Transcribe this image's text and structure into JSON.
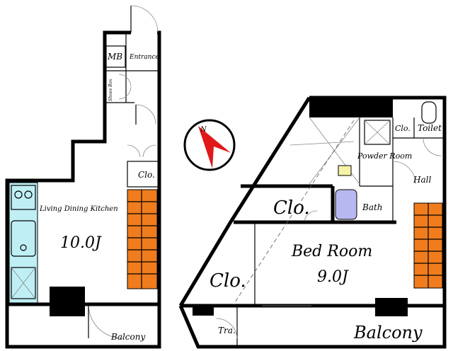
{
  "floor1": {
    "mb": "MB",
    "entrance": "Entrance",
    "shoes_box": "Shoes Box",
    "clo": "Clo.",
    "ldk": "Living Dining Kitchen",
    "ldk_size": "10.0J",
    "balcony": "Balcony"
  },
  "floor2": {
    "clo_small": "Clo.",
    "toilet": "Toilet",
    "powder_room": "Powder Room",
    "hall": "Hall",
    "clo_large": "Clo.",
    "bath": "Bath",
    "bed_room": "Bed Room",
    "bed_size": "9.0J",
    "clo_left": "Clo.",
    "tra": "Tra.",
    "balcony": "Balcony"
  },
  "compass": {
    "north": "N"
  },
  "colors": {
    "stairs": "#f07c1e",
    "bath": "#b8b8f0",
    "kitchen": "#bfeff5",
    "wall": "#000000"
  }
}
